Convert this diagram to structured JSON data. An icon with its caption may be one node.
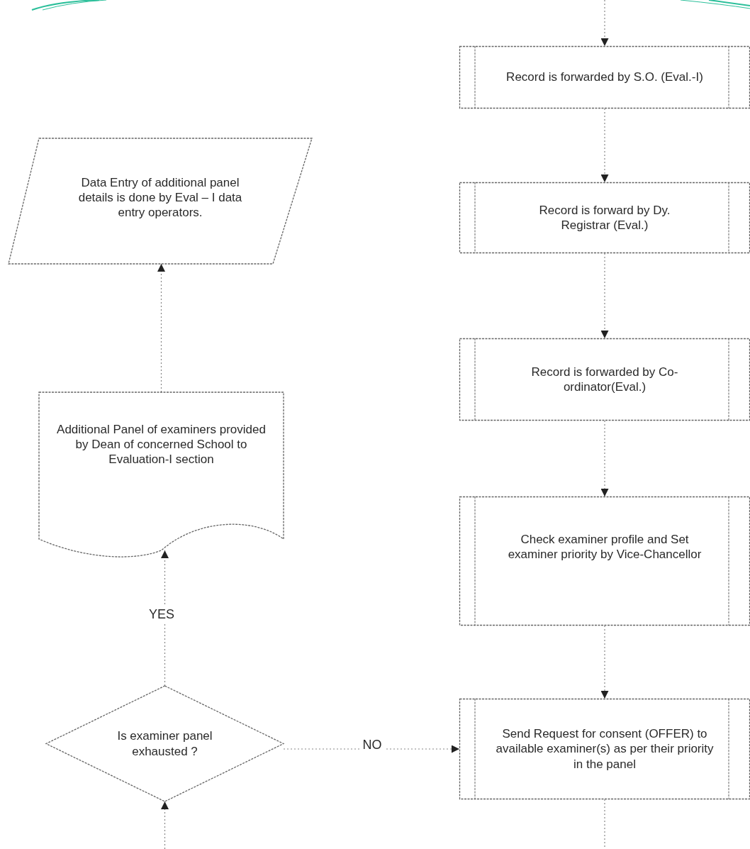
{
  "diagram": {
    "nodes": [
      {
        "text": [
          "Record is forwarded by S.O. (Eval.-I)"
        ]
      },
      {
        "text": [
          "Record is forward by Dy. Registrar (Eval.)"
        ]
      },
      {
        "text": [
          "Record is forwarded by Co-ordinator(Eval.)"
        ]
      },
      {
        "text": [
          "Check examiner profile and Set examiner priority by Vice-Chancellor"
        ]
      },
      {
        "text": [
          "Send Request for consent (OFFER) to available examiner(s) as per their priority in the panel"
        ]
      },
      {
        "text": [
          "Data Entry of additional panel details is done by Eval – I data entry operators."
        ]
      },
      {
        "text": [
          "Additional Panel of examiners provided by Dean of concerned School to Evaluation-I section"
        ]
      },
      {
        "text": [
          "Is examiner panel exhausted ?"
        ]
      }
    ],
    "edges": [
      {
        "from": null,
        "to": 0,
        "arrow": "to"
      },
      {
        "from": 0,
        "to": 1,
        "arrow": "to"
      },
      {
        "from": 1,
        "to": 2,
        "arrow": "to"
      },
      {
        "from": 2,
        "to": 3,
        "arrow": "to"
      },
      {
        "from": 3,
        "to": 4,
        "arrow": "to"
      },
      {
        "from": 4,
        "to": null,
        "arrow": "none"
      },
      {
        "from": null,
        "to": 7,
        "arrow": "to"
      },
      {
        "from": 7,
        "to": 6,
        "arrow": "to",
        "label": "YES"
      },
      {
        "from": 6,
        "to": 5,
        "arrow": "to"
      },
      {
        "from": 7,
        "to": 4,
        "arrow": "to",
        "label": "NO"
      }
    ]
  }
}
